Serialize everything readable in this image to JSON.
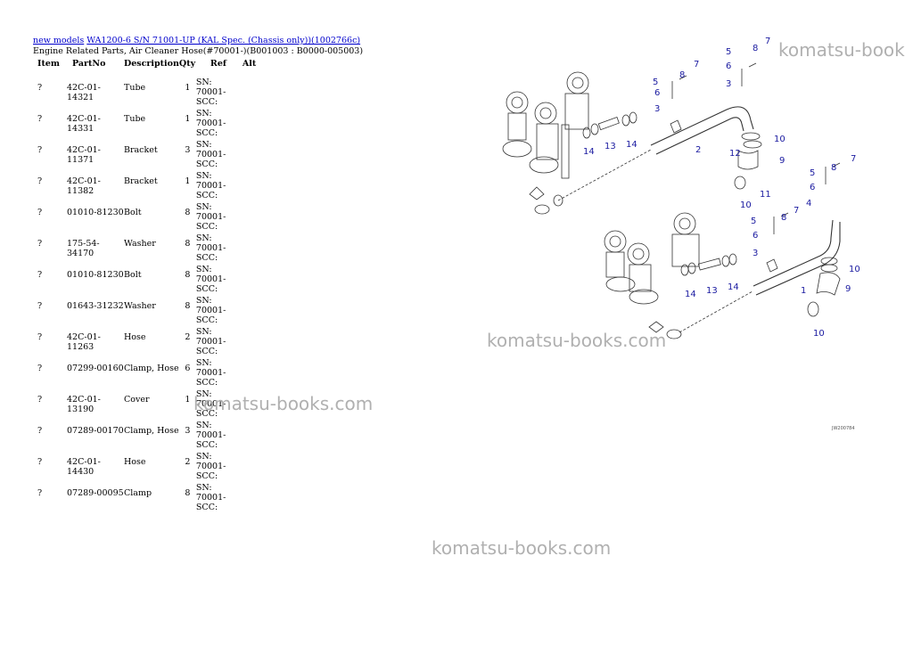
{
  "breadcrumb": {
    "link1": "new models",
    "link2": "WA1200-6 S/N 71001-UP (KAL Spec. (Chassis only))(1002766c)"
  },
  "title": "Engine Related Parts, Air Cleaner Hose(#70001-)(B001003 : B0000-005003)",
  "table": {
    "headers": {
      "item": "Item",
      "partno": "PartNo",
      "desc": "Description",
      "qty": "Qty",
      "ref": "Ref",
      "alt": "Alt"
    },
    "rows": [
      {
        "item": "?",
        "partno": "42C-01-14321",
        "desc": "Tube",
        "qty": "1",
        "ref": "SN: 70001-SCC:"
      },
      {
        "item": "?",
        "partno": "42C-01-14331",
        "desc": "Tube",
        "qty": "1",
        "ref": "SN: 70001-SCC:"
      },
      {
        "item": "?",
        "partno": "42C-01-11371",
        "desc": "Bracket",
        "qty": "3",
        "ref": "SN: 70001-SCC:"
      },
      {
        "item": "?",
        "partno": "42C-01-11382",
        "desc": "Bracket",
        "qty": "1",
        "ref": "SN: 70001-SCC:"
      },
      {
        "item": "?",
        "partno": "01010-81230",
        "desc": "Bolt",
        "qty": "8",
        "ref": "SN: 70001-SCC:"
      },
      {
        "item": "?",
        "partno": "175-54-34170",
        "desc": "Washer",
        "qty": "8",
        "ref": "SN: 70001-SCC:"
      },
      {
        "item": "?",
        "partno": "01010-81230",
        "desc": "Bolt",
        "qty": "8",
        "ref": "SN: 70001-SCC:"
      },
      {
        "item": "?",
        "partno": "01643-31232",
        "desc": "Washer",
        "qty": "8",
        "ref": "SN: 70001-SCC:"
      },
      {
        "item": "?",
        "partno": "42C-01-11263",
        "desc": "Hose",
        "qty": "2",
        "ref": "SN: 70001-SCC:"
      },
      {
        "item": "?",
        "partno": "07299-00160",
        "desc": "Clamp, Hose",
        "qty": "6",
        "ref": "SN: 70001-SCC:"
      },
      {
        "item": "?",
        "partno": "42C-01-13190",
        "desc": "Cover",
        "qty": "1",
        "ref": "SN: 70001-SCC:"
      },
      {
        "item": "?",
        "partno": "07289-00170",
        "desc": "Clamp, Hose",
        "qty": "3",
        "ref": "SN: 70001-SCC:"
      },
      {
        "item": "?",
        "partno": "42C-01-14430",
        "desc": "Hose",
        "qty": "2",
        "ref": "SN: 70001-SCC:"
      },
      {
        "item": "?",
        "partno": "07289-00095",
        "desc": "Clamp",
        "qty": "8",
        "ref": "SN: 70001-SCC:"
      }
    ]
  },
  "watermark": "komatsu-books.com",
  "watermark_top": "komatsu-book",
  "diagram": {
    "drawing_code": "JW200784",
    "label_color": "#1a1aa0",
    "callouts_top": [
      "5",
      "8",
      "7",
      "6",
      "3",
      "5",
      "8",
      "7",
      "6",
      "3",
      "2",
      "10",
      "12",
      "9",
      "11",
      "10",
      "14",
      "13",
      "14"
    ],
    "callouts_bottom": [
      "5",
      "8",
      "7",
      "6",
      "4",
      "5",
      "8",
      "7",
      "6",
      "3",
      "1",
      "10",
      "9",
      "10",
      "14",
      "13",
      "14"
    ]
  }
}
